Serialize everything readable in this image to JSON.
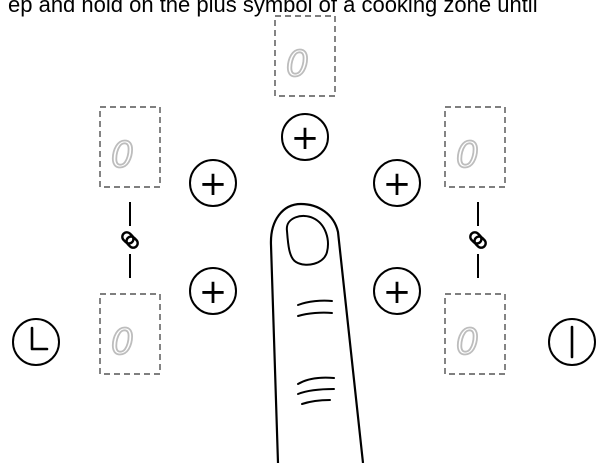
{
  "caption": "ep and hold on the plus symbol of a cooking zone until",
  "displays": {
    "front_left": "0",
    "rear_left": "0",
    "center": "0",
    "rear_right": "0",
    "front_right": "0"
  },
  "buttons": {
    "plus_symbol": "+"
  },
  "icons": {
    "timer": "clock-icon",
    "power": "power-icon",
    "bridge_left": "link-icon",
    "bridge_right": "link-icon",
    "hand": "finger-icon"
  },
  "colors": {
    "outline": "#000000",
    "display_dashed": "#333333",
    "segment_off": "#bdbdbd",
    "background": "#ffffff"
  }
}
